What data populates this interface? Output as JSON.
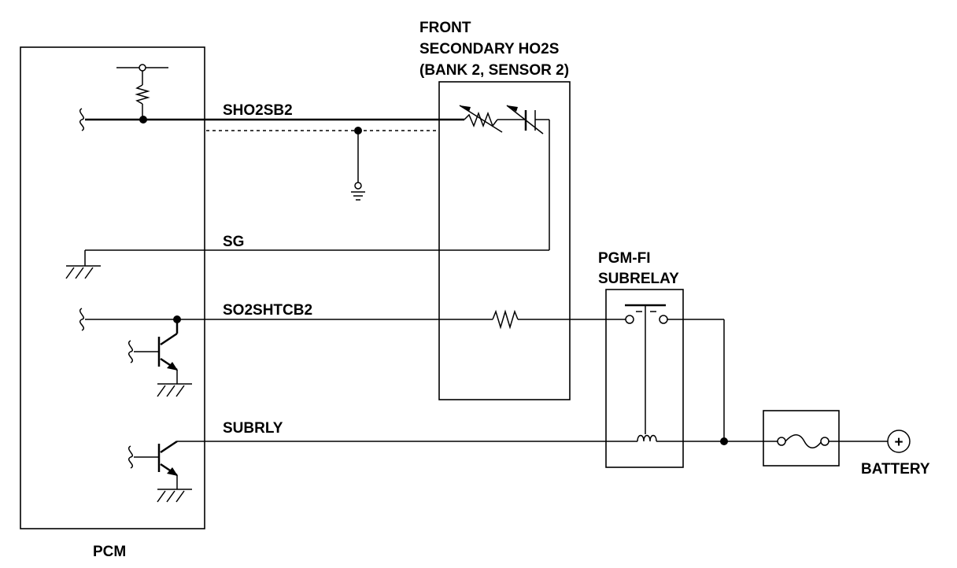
{
  "components": {
    "pcm": "PCM",
    "sensor": [
      "FRONT",
      "SECONDARY HO2S",
      "(BANK 2, SENSOR 2)"
    ],
    "subrelay": [
      "PGM-FI",
      "SUBRELAY"
    ],
    "battery": "BATTERY"
  },
  "wires": {
    "sho2sb2": "SHO2SB2",
    "sg": "SG",
    "so2shtcb2": "SO2SHTCB2",
    "subrly": "SUBRLY"
  },
  "symbols": {
    "battery_terminal": "+"
  }
}
